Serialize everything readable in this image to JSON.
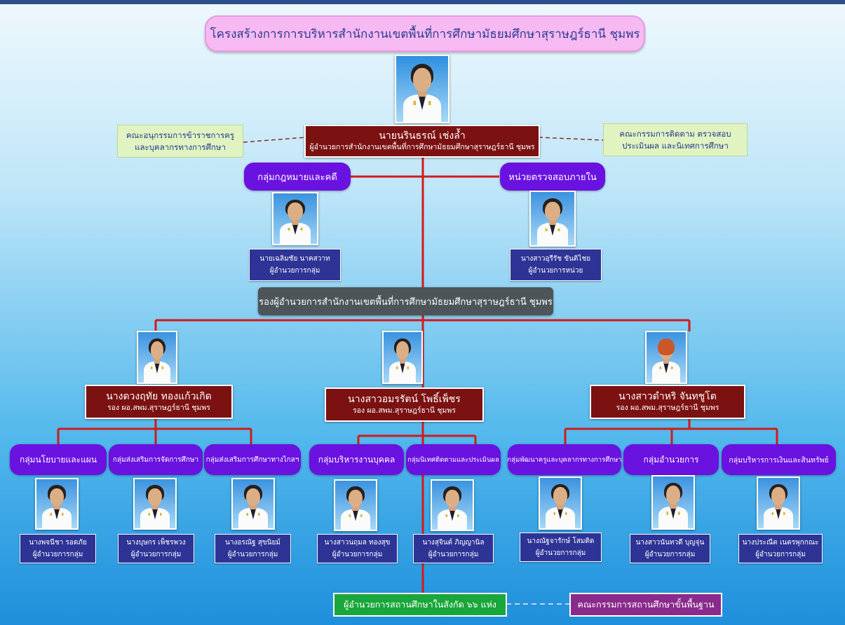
{
  "title": "โครงสร้างการการบริหารสำนักงานเขตพื้นที่การศึกษามัธยมศึกษาสุราษฎร์ธานี ชุมพร",
  "director": {
    "name": "นายนรินธรณ์ เช่งล้ำ",
    "position": "ผู้อำนวยการสำนักงานเขตพื้นที่การศึกษามัธยมศึกษาสุราษฎร์ธานี ชุมพร"
  },
  "left_committee": {
    "line1": "คณะอนุกรรมการข้าราชการครู",
    "line2": "และบุคลากรทางการศึกษา"
  },
  "right_committee": {
    "line1": "คณะกรรมการติดตาม ตรวจสอบ",
    "line2": "ประเมินผล และนิเทศการศึกษา"
  },
  "legal_unit": {
    "title": "กลุ่มกฎหมายและคดี",
    "name": "นายเฉลิมชัย นาคสวาท",
    "position": "ผู้อำนวยการกลุ่ม"
  },
  "audit_unit": {
    "title": "หน่วยตรวจสอบภายใน",
    "name": "นางสาวอุรีรัช ขันติไชย",
    "position": "ผู้อำนวยการหน่วย"
  },
  "deputy_bar": "รองผู้อำนวยการสำนักงานเขตพื้นที่การศึกษามัธยมศึกษาสุราษฎร์ธานี ชุมพร",
  "deputies": [
    {
      "name": "นางดวงฤทัย ทองแก้วเกิด",
      "position": "รอง ผอ.สพม.สุราษฎร์ธานี ชุมพร"
    },
    {
      "name": "นางสาวอมรรัตน์ โพธิ์เพ็ชร",
      "position": "รอง ผอ.สพม.สุราษฎร์ธานี ชุมพร"
    },
    {
      "name": "นางสาวดำหริ จันทชูโต",
      "position": "รอง ผอ.สพม.สุราษฎร์ธานี ชุมพร"
    }
  ],
  "groups": [
    {
      "title": "กลุ่มนโยบายและแผน",
      "name": "นางพจนีชา รอดภัย",
      "position": "ผู้อำนวยการกลุ่ม"
    },
    {
      "title": "กลุ่มส่งเสริมการจัดการศึกษา",
      "name": "นางบุษกร เพ็ชรพวง",
      "position": "ผู้อำนวยการกลุ่ม"
    },
    {
      "title": "กลุ่มส่งเสริมการศึกษาทางไกลฯ",
      "name": "นางอรณัฐ สุขนิยม์",
      "position": "ผู้อำนวยการกลุ่ม"
    },
    {
      "title": "กลุ่มบริหารงานบุคคล",
      "name": "นางสาวนฤมล ทองสุข",
      "position": "ผู้อำนวยการกลุ่ม"
    },
    {
      "title": "กลุ่มนิเทศติดตามและประเมินผล",
      "name": "นางสุจินต์ ภิญญานิล",
      "position": "ผู้อำนวยการกลุ่ม"
    },
    {
      "title": "กลุ่มพัฒนาครูและบุคลากรทางการศึกษา",
      "name": "นางณัฐจารักษ์ โสมติด",
      "position": "ผู้อำนวยการกลุ่ม"
    },
    {
      "title": "กลุ่มอำนวยการ",
      "name": "นางสาวนันทวดี บุญจุ่น",
      "position": "ผู้อำนวยการกลุ่ม"
    },
    {
      "title": "กลุ่มบริหารการเงินและสินทรัพย์",
      "name": "นางประณีต เนตรพุกกณะ",
      "position": "ผู้อำนวยการกลุ่ม"
    }
  ],
  "bottom_left": "ผู้อำนวยการสถานศึกษาในสังกัด ๖๖ แห่ง",
  "bottom_right": "คณะกรรมการสถานศึกษาขั้นพื้นฐาน",
  "colors": {
    "connector": "#d11a1a",
    "maroon": "#7b1111",
    "purple": "#6a12e0",
    "navy": "#2e3496",
    "title_pink": "#f7b9f2"
  }
}
